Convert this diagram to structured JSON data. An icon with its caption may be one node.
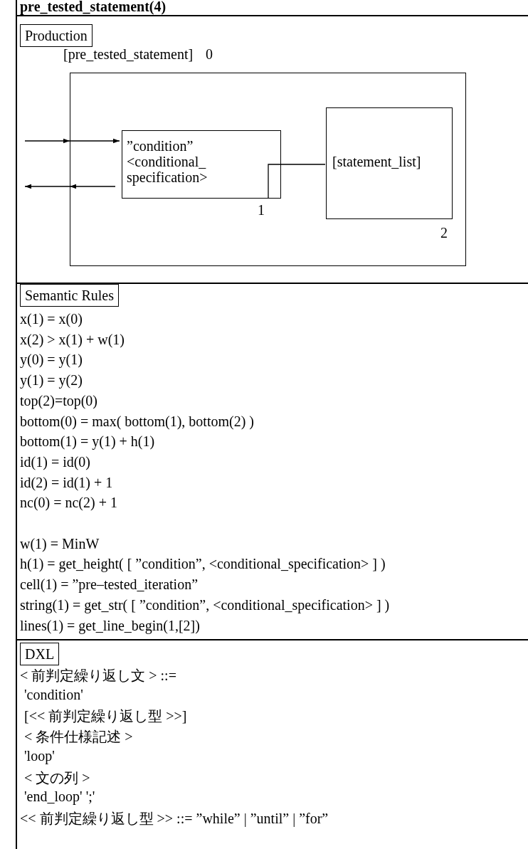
{
  "diagram": {
    "title": "pre_tested_statement(4)",
    "nodes": [
      {
        "text": [
          "Production"
        ]
      },
      {
        "text": [
          "[pre_tested_statement]"
        ],
        "beside": [
          "0"
        ]
      },
      {
        "text": [
          "”condition” <conditional_ specification>"
        ],
        "beside": [
          "1"
        ],
        "in": 1
      },
      {
        "text": [
          "[statement_list]"
        ],
        "beside": [
          "2"
        ],
        "in": 1
      },
      {
        "text": [
          "Semantic Rules"
        ]
      },
      {
        "text": [
          "DXL"
        ]
      }
    ],
    "edges": [
      {
        "from": null,
        "to": 2,
        "arrow": "to"
      },
      {
        "from": 2,
        "to": null,
        "arrow": "to"
      },
      {
        "from": 2,
        "to": 3,
        "arrow": "none"
      }
    ],
    "labels": [
      "x(1) = x(0)",
      "x(2) > x(1) + w(1)",
      "y(0) = y(1)",
      "y(1) = y(2)",
      "top(2)=top(0)",
      "bottom(0) = max( bottom(1), bottom(2) )",
      "bottom(1) = y(1) + h(1)",
      "id(1) = id(0)",
      "id(2) = id(1) + 1",
      "nc(0) = nc(2) + 1",
      "w(1) = MinW",
      "h(1) = get_height( [ ”condition”, <conditional_specification> ] )",
      "cell(1) = ”pre–tested_iteration”",
      "string(1) = get_str( [ ”condition”, <conditional_specification> ] )",
      "lines(1) = get_line_begin(1,[2])",
      "< 前判定繰り返し文 > ::=",
      "'condition'",
      "[<< 前判定繰り返し型 >>]",
      "< 条件仕様記述 >",
      "'loop'",
      "< 文の列 >",
      "'end_loop' ';'",
      "<< 前判定繰り返し型 >> ::= ”while” | ”until” | ”for”"
    ]
  }
}
